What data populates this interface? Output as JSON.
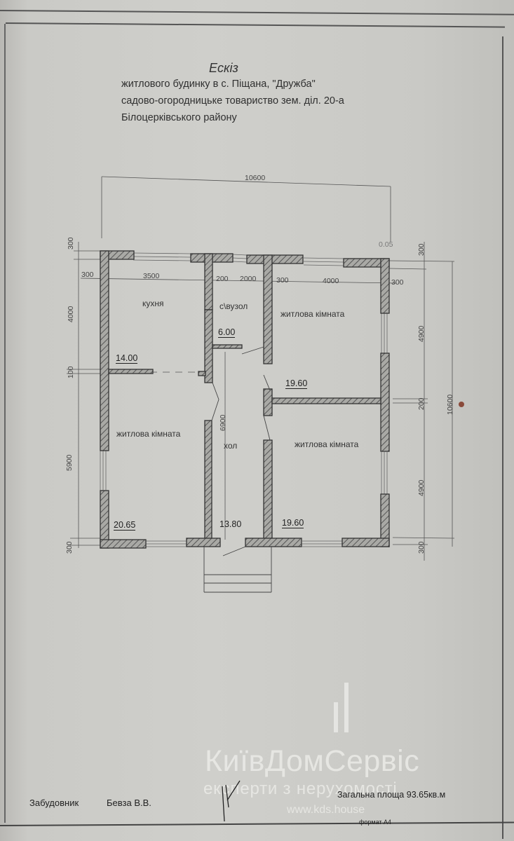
{
  "document": {
    "title": "Ескіз",
    "subtitle_lines": [
      "житлового будинку  в с. Піщана, \"Дружба\"",
      "садово-огородницьке товариство зем. діл. 20-а",
      "Білоцерківського району"
    ]
  },
  "plan": {
    "overall_width_dim": "10600",
    "overall_height_dim": "10600",
    "top_dims": [
      "300",
      "3500",
      "200",
      "2000",
      "300",
      "4000",
      "300"
    ],
    "left_dims": [
      "300",
      "4000",
      "100",
      "5900",
      "300"
    ],
    "right_dims": [
      "300",
      "4900",
      "200",
      "4900",
      "300"
    ],
    "hall_dim": "6900",
    "note_top_right": "0.05",
    "rooms": [
      {
        "name": "кухня",
        "area": "14.00"
      },
      {
        "name": "с\\вузол",
        "area": "6.00"
      },
      {
        "name": "житлова кімната",
        "area": "19.60"
      },
      {
        "name": "житлова кімната",
        "area": "20.65"
      },
      {
        "name": "хол",
        "area": "13.80"
      },
      {
        "name": "житлова кімната",
        "area": "19.60"
      }
    ]
  },
  "footer": {
    "builder_label": "Забудовник",
    "builder_name": "Бевза В.В.",
    "total_area": "Загальна площа 93.65кв.м",
    "format": "формат А4"
  },
  "watermark": {
    "brand": "КиївДомСервіс",
    "tagline": "експерти з нерухомості",
    "url": "www.kds.house"
  },
  "colors": {
    "paper": "#cfcfcb",
    "ink": "#333333",
    "wall_fill": "#9e9e9a",
    "watermark": "#ebebe8"
  }
}
